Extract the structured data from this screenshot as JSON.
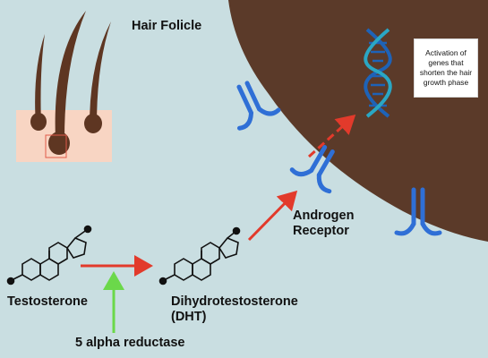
{
  "title": "Hair Folicle",
  "gene_box_text": "Activation of\ngenes that\nshorten the hair\ngrowth phase",
  "receptor_label": "Androgen\nReceptor",
  "testosterone_label": "Testosterone",
  "dht_label": "Dihydrotestosterone\n(DHT)",
  "enzyme_label": "5 alpha reductase",
  "colors": {
    "background": "#c9dee1",
    "cell": "#5b3a29",
    "hair": "#5e3622",
    "skin": "#f8d5c3",
    "receptor": "#2f6fd6",
    "dna_backbone_a": "#1e63b8",
    "dna_backbone_b": "#2aa7c4",
    "arrow_red": "#e23a2b",
    "arrow_green": "#6bd84a"
  }
}
